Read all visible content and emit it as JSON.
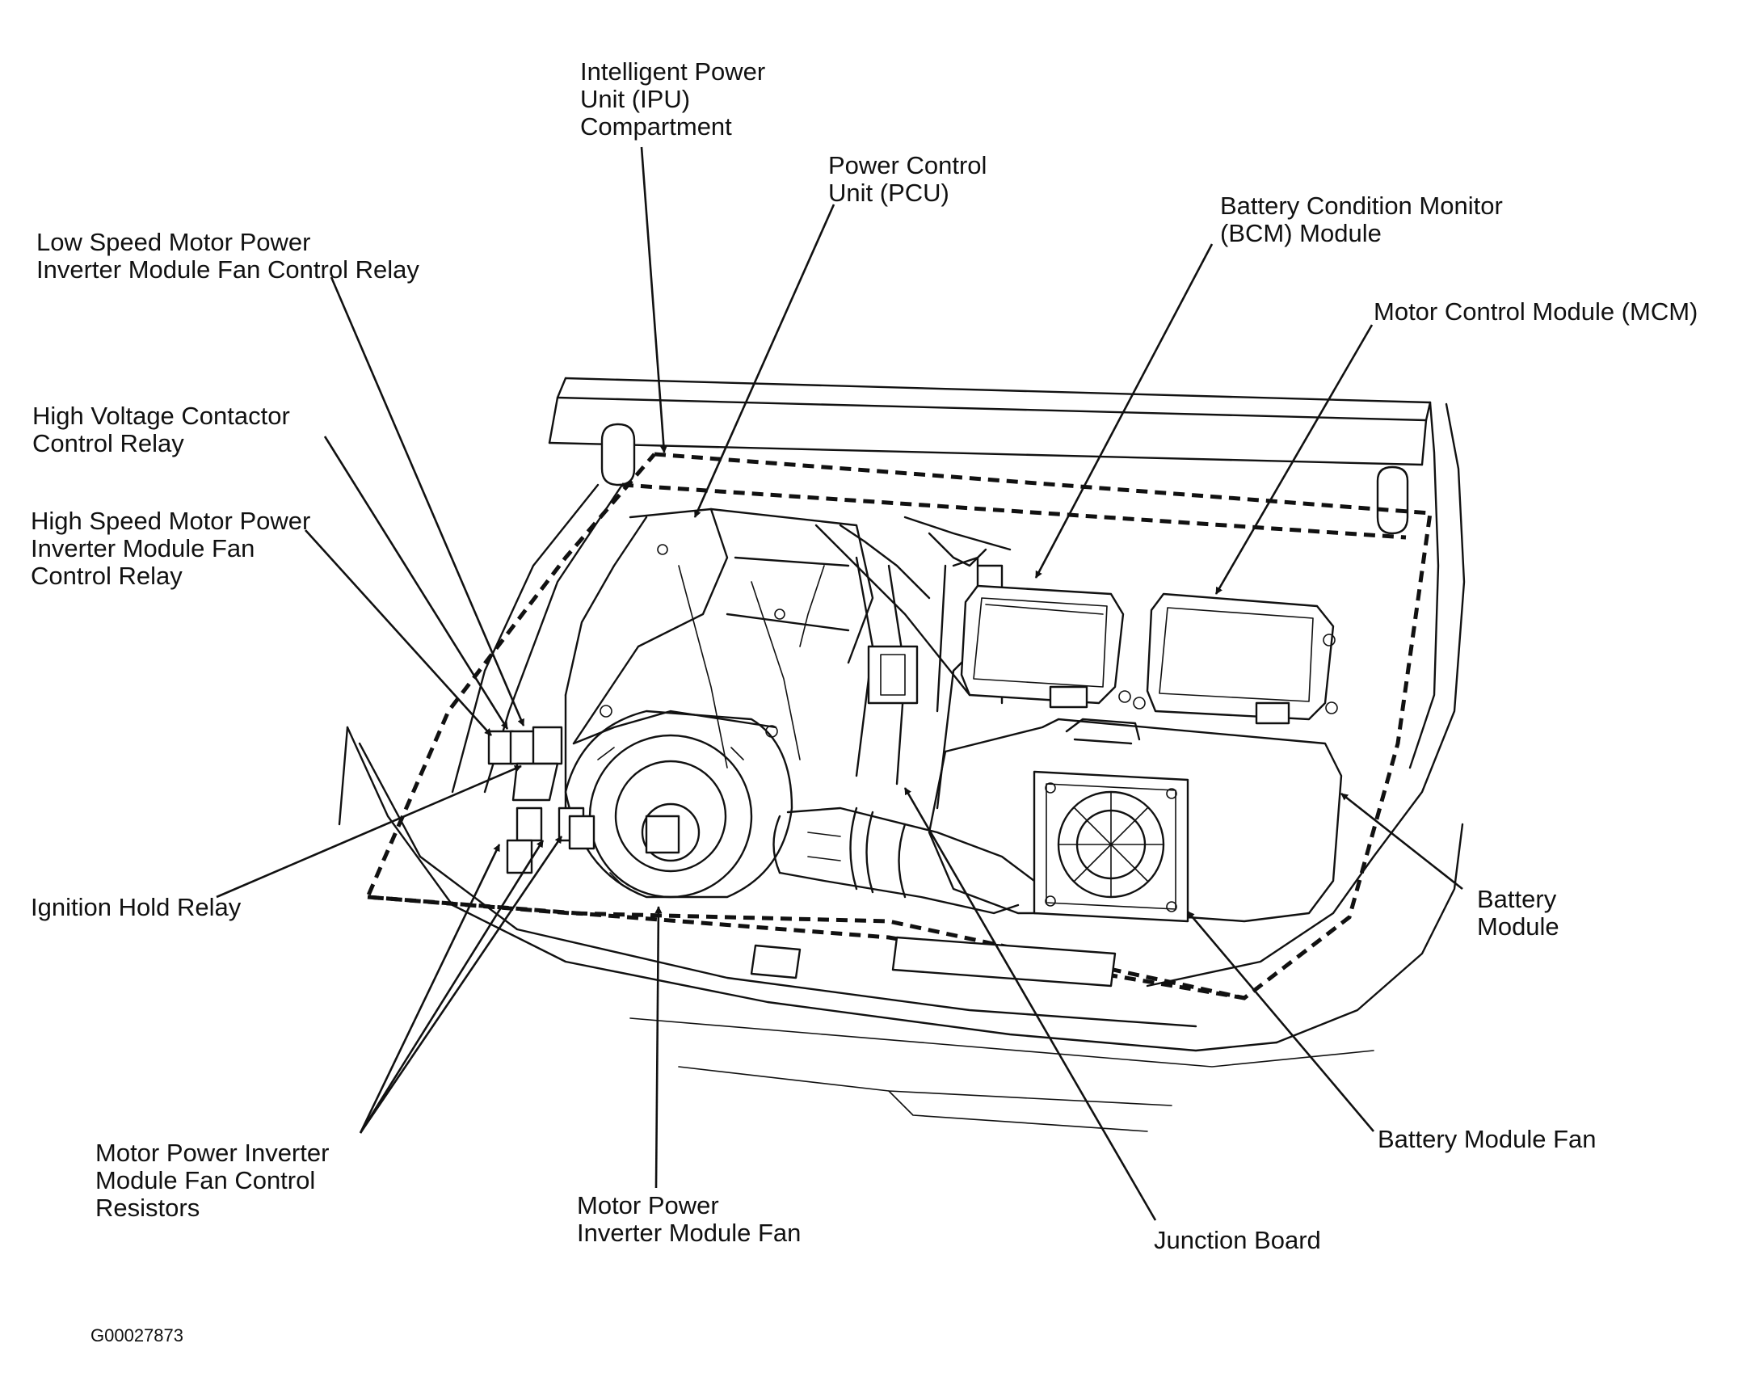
{
  "labels": {
    "ipu": [
      "Intelligent Power",
      "Unit (IPU)",
      "Compartment"
    ],
    "pcu": [
      "Power Control",
      "Unit (PCU)"
    ],
    "bcm": [
      "Battery Condition Monitor",
      "(BCM) Module"
    ],
    "mcm": [
      "Motor Control Module (MCM)"
    ],
    "low_speed_relay": [
      "Low Speed Motor Power",
      "Inverter Module Fan Control Relay"
    ],
    "hv_contactor_relay": [
      "High Voltage Contactor",
      "Control Relay"
    ],
    "high_speed_relay": [
      "High Speed Motor Power",
      "Inverter Module Fan",
      "Control Relay"
    ],
    "ignition_hold_relay": [
      "Ignition Hold Relay"
    ],
    "fan_control_resistors": [
      "Motor Power Inverter",
      "Module Fan Control",
      "Resistors"
    ],
    "mpi_module_fan": [
      "Motor Power",
      "Inverter Module Fan"
    ],
    "junction_board": [
      "Junction Board"
    ],
    "battery_module_fan": [
      "Battery Module Fan"
    ],
    "battery_module": [
      "Battery",
      "Module"
    ]
  },
  "figure_id": "G00027873"
}
